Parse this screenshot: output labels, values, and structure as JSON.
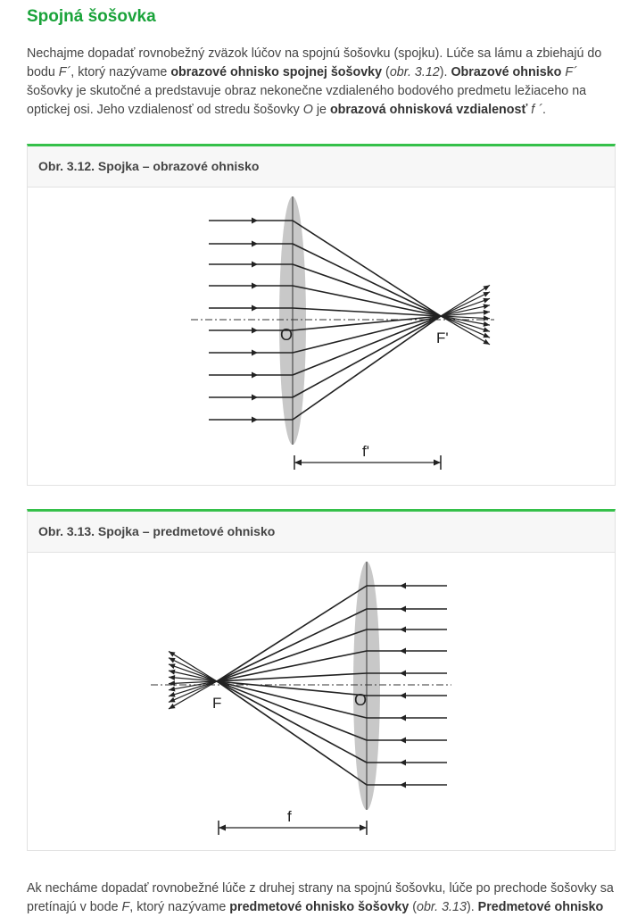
{
  "title": "Spojná šošovka",
  "para1": [
    {
      "t": "Nechajme dopadať rovnobežný zväzok lúčov na spojnú šošovku (spojku). Lúče sa lámu a zbiehajú do bodu "
    },
    {
      "t": "F´",
      "s": "i"
    },
    {
      "t": ", ktorý nazývame "
    },
    {
      "t": "obrazové ohnisko spojnej šošovky",
      "s": "b"
    },
    {
      "t": " ("
    },
    {
      "t": "obr. 3.12",
      "s": "i"
    },
    {
      "t": "). "
    },
    {
      "t": "Obrazové ohnisko",
      "s": "b"
    },
    {
      "t": " "
    },
    {
      "t": "F´",
      "s": "i"
    },
    {
      "t": " šošovky je skutočné a predstavuje obraz nekonečne vzdialeného bodového predmetu ležiaceho na optickej osi. Jeho vzdialenosť od stredu šošovky "
    },
    {
      "t": "O",
      "s": "i"
    },
    {
      "t": " je "
    },
    {
      "t": "obrazová ohnisková vzdialenosť",
      "s": "b"
    },
    {
      "t": " "
    },
    {
      "t": "f ´",
      "s": "i"
    },
    {
      "t": "."
    }
  ],
  "figures": [
    {
      "caption": "Obr. 3.12. Spojka – obrazové ohnisko",
      "center_label": "O",
      "focus_label": "F'",
      "distance_label": "f'"
    },
    {
      "caption": "Obr. 3.13. Spojka – predmetové ohnisko",
      "center_label": "O",
      "focus_label": "F",
      "distance_label": "f"
    }
  ],
  "para2": [
    {
      "t": "Ak necháme dopadať rovnobežné lúče z druhej strany na spojnú šošovku, lúče po prechode šošovky sa pretínajú v bode "
    },
    {
      "t": "F",
      "s": "i"
    },
    {
      "t": ", ktorý nazývame "
    },
    {
      "t": "predmetové ohnisko šošovky",
      "s": "b"
    },
    {
      "t": " ("
    },
    {
      "t": "obr. 3.13",
      "s": "i"
    },
    {
      "t": "). "
    },
    {
      "t": "Predmetové ohnisko",
      "s": "b"
    }
  ],
  "colors": {
    "accent": "#1aa33a",
    "lens": "#c8c8c8"
  }
}
